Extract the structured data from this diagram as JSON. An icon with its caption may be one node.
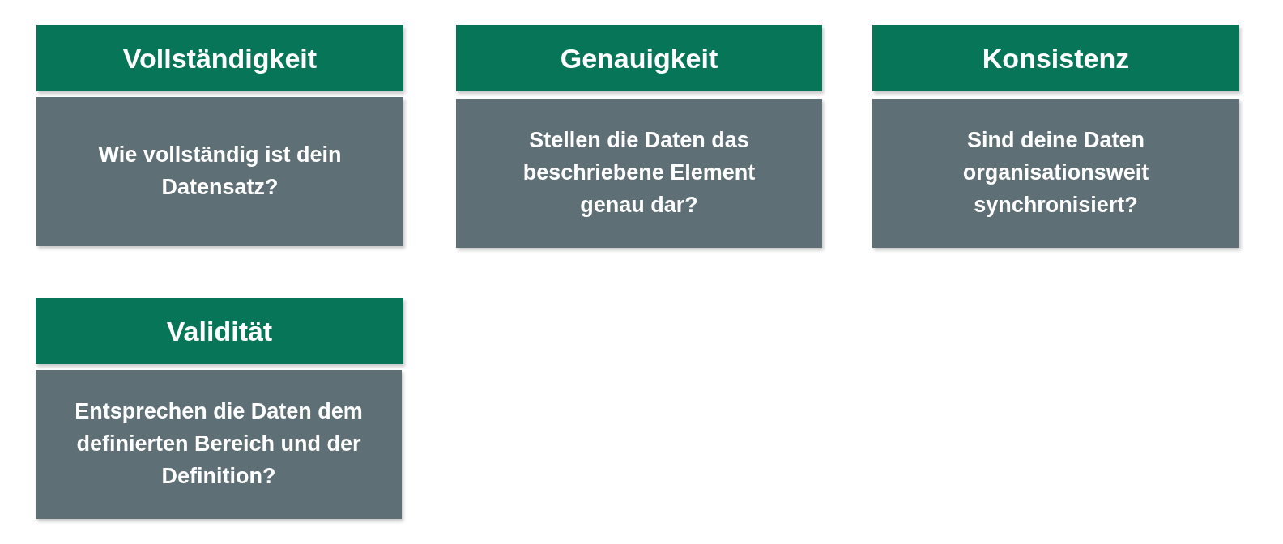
{
  "diagram": {
    "nodes": [
      {
        "text": [
          "Vollständigkeit"
        ]
      },
      {
        "text": [
          "Wie vollständig ist dein Datensatz?"
        ]
      },
      {
        "text": [
          "Genauigkeit"
        ]
      },
      {
        "text": [
          "Stellen die Daten das beschriebene Element genau dar?"
        ]
      },
      {
        "text": [
          "Konsistenz"
        ]
      },
      {
        "text": [
          "Sind deine Daten organisationsweit synchronisiert?"
        ]
      },
      {
        "text": [
          "Validität"
        ]
      },
      {
        "text": [
          "Entsprechen die Daten dem definierten Bereich und der Definition?"
        ]
      }
    ],
    "edges": []
  }
}
